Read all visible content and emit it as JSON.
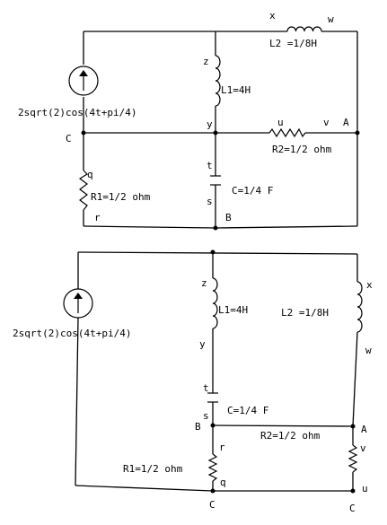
{
  "diagram1": {
    "source_label": "2sqrt(2)cos(4t+pi/4)",
    "L1_label": "L1=4H",
    "L2_label": "L2 =1/8H",
    "R1_label": "R1=1/2 ohm",
    "R2_label": "R2=1/2 ohm",
    "C_label": "C=1/4 F",
    "nodes": {
      "x": "x",
      "w": "w",
      "z": "z",
      "y": "y",
      "u": "u",
      "v": "v",
      "A": "A",
      "C": "C",
      "q": "q",
      "t": "t",
      "s": "s",
      "r": "r",
      "B": "B"
    }
  },
  "diagram2": {
    "source_label": "2sqrt(2)cos(4t+pi/4)",
    "L1_label": "L1=4H",
    "L2_label": "L2 =1/8H",
    "R1_label": "R1=1/2 ohm",
    "R2_label": "R2=1/2 ohm",
    "C_label": "C=1/4 F",
    "nodes": {
      "z": "z",
      "x": "x",
      "y": "y",
      "w": "w",
      "t": "t",
      "s": "s",
      "B": "B",
      "A": "A",
      "r": "r",
      "v": "v",
      "q": "q",
      "u": "u",
      "C_left": "C",
      "C_right": "C"
    }
  }
}
